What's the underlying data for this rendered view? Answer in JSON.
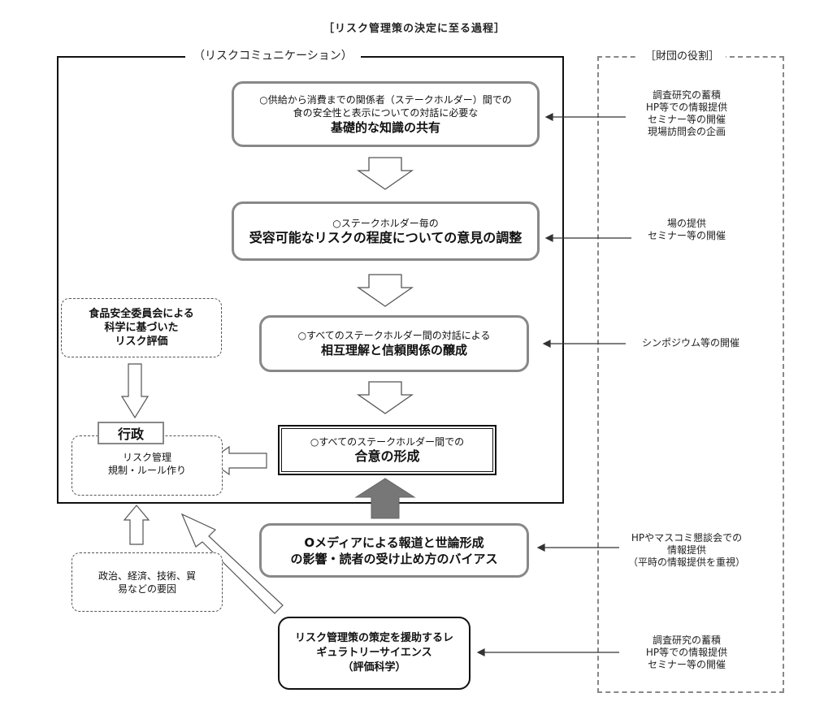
{
  "title": "［リスク管理策の決定に至る過程］",
  "risk_communication_label": "（リスクコミュニケーション）",
  "foundation_role_label": "［財団の役割］",
  "steps": [
    {
      "lines": [
        "○供給から消費までの関係者（ステークホルダー）間での",
        "食の安全性と表示についての対話に必要な"
      ],
      "emphasis": "基礎的な知識の共有"
    },
    {
      "lines": [
        "○ステークホルダー毎の"
      ],
      "emphasis": "受容可能なリスクの程度についての意見の調整"
    },
    {
      "lines": [
        "○すべてのステークホルダー間の対話による"
      ],
      "emphasis": "相互理解と信頼関係の醸成"
    },
    {
      "lines": [
        "○すべてのステークホルダー間での"
      ],
      "emphasis": "合意の形成"
    }
  ],
  "food_safety_commission": {
    "lines": [
      "食品安全委員会による",
      "科学に基づいた",
      "リスク評価"
    ]
  },
  "government": {
    "label": "行政",
    "lines": [
      "リスク管理",
      "規制・ルール作り"
    ]
  },
  "factors": {
    "lines": [
      "政治、経済、技術、貿",
      "易などの要因"
    ]
  },
  "media": {
    "lines": [
      "Oメディアによる報道と世論形成",
      "の影響・読者の受け止め方のバイアス"
    ]
  },
  "regulatory_science": {
    "lines": [
      "リスク管理策の策定を援助するレ",
      "ギュラトリーサイエンス",
      "（評価科学）"
    ]
  },
  "foundation_roles": [
    {
      "lines": [
        "調査研究の蓄積",
        "HP等での情報提供",
        "セミナー等の開催",
        "現場訪問会の企画"
      ]
    },
    {
      "lines": [
        "場の提供",
        "セミナー等の開催"
      ]
    },
    {
      "lines": [
        "シンポジウム等の開催"
      ]
    },
    {
      "lines": [
        "HPやマスコミ懇談会での",
        "情報提供",
        "（平時の情報提供を重視）"
      ]
    },
    {
      "lines": [
        "調査研究の蓄積",
        "HP等での情報提供",
        "セミナー等の開催"
      ]
    }
  ],
  "colors": {
    "box_border": "#888888",
    "frame": "#111111",
    "dashed": "#888888",
    "media_arrow": "#777777"
  }
}
